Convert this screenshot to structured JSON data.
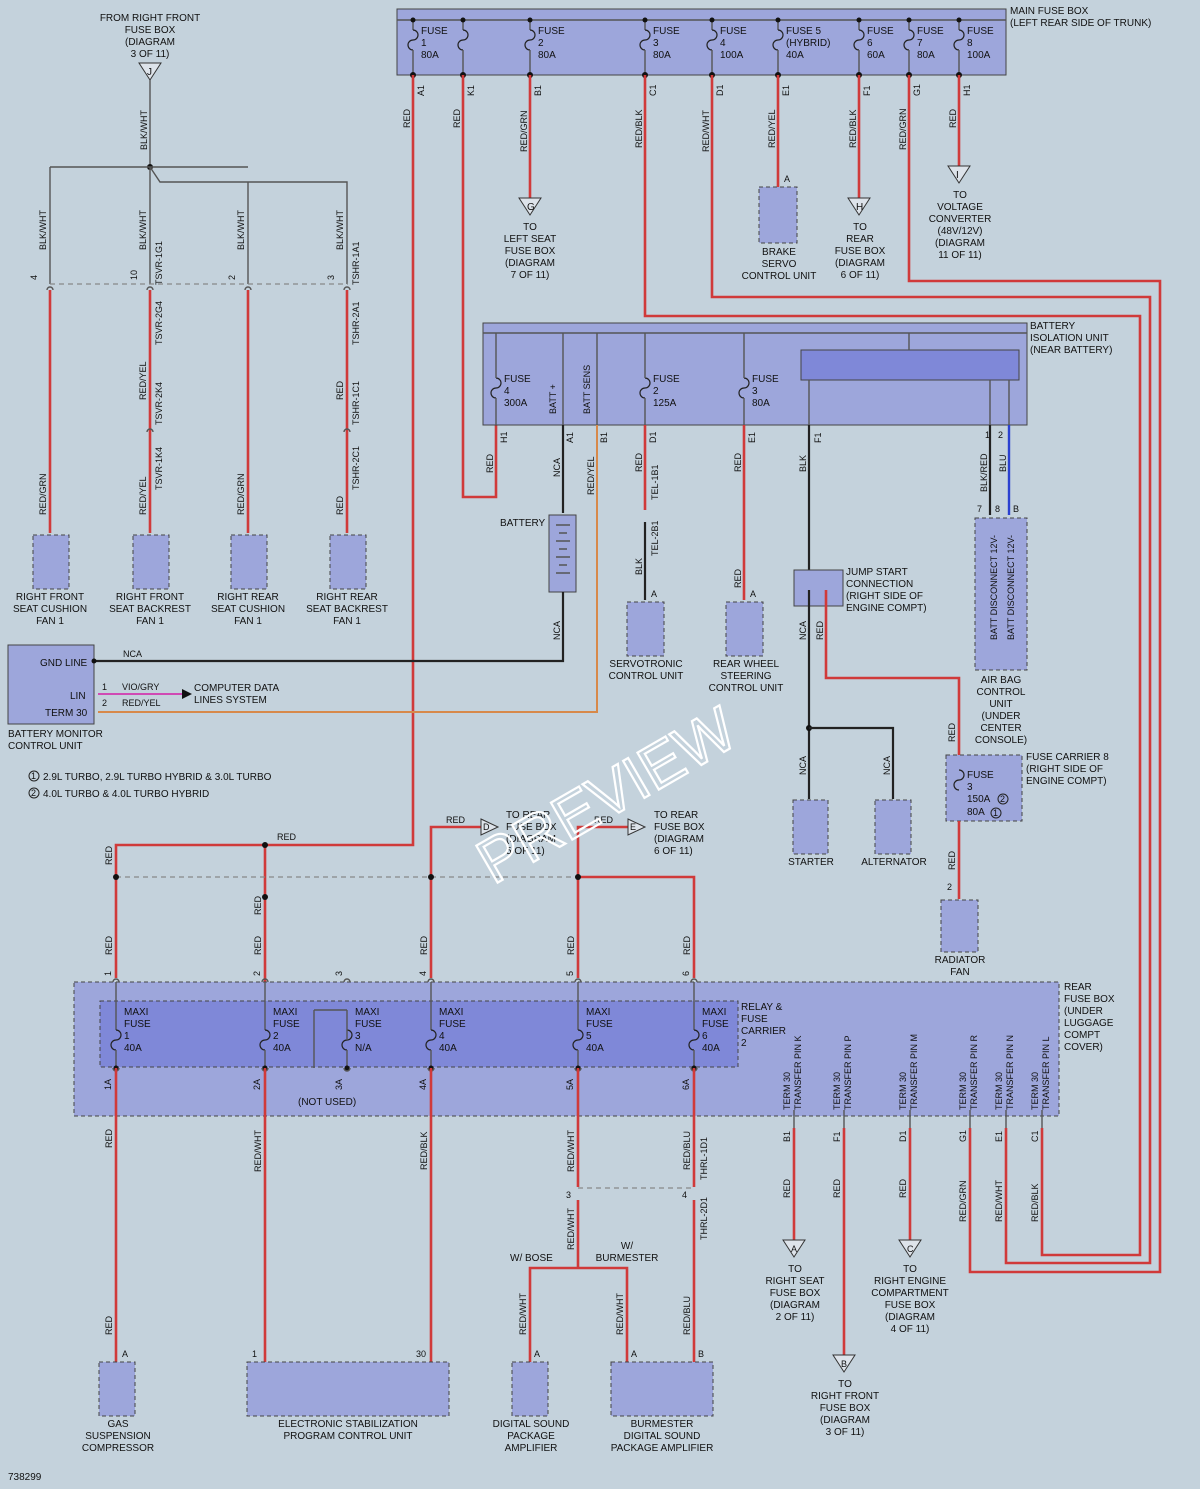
{
  "diagram_id": "738299",
  "watermark": "PREVIEW",
  "legend": [
    {
      "num": "1",
      "text": "2.9L TURBO, 2.9L TURBO HYBRID & 3.0L TURBO"
    },
    {
      "num": "2",
      "text": "4.0L TURBO & 4.0L TURBO HYBRID"
    }
  ],
  "main_fuse_box": {
    "title": [
      "MAIN FUSE BOX",
      "(LEFT REAR SIDE OF TRUNK)"
    ],
    "fuses": [
      {
        "lines": [
          "FUSE",
          "1",
          "80A"
        ],
        "pin": "A1",
        "wire": "RED"
      },
      {
        "lines": [
          "",
          "",
          ""
        ],
        "pin": "K1",
        "wire": "RED"
      },
      {
        "lines": [
          "FUSE",
          "2",
          "80A"
        ],
        "pin": "B1",
        "wire": "RED/GRN"
      },
      {
        "lines": [
          "FUSE",
          "3",
          "80A"
        ],
        "pin": "C1",
        "wire": "RED/BLK"
      },
      {
        "lines": [
          "FUSE",
          "4",
          "100A"
        ],
        "pin": "D1",
        "wire": "RED/WHT"
      },
      {
        "lines": [
          "FUSE 5",
          "(HYBRID)",
          "40A"
        ],
        "pin": "E1",
        "wire": "RED/YEL"
      },
      {
        "lines": [
          "FUSE",
          "6",
          "60A"
        ],
        "pin": "F1",
        "wire": "RED/BLK"
      },
      {
        "lines": [
          "FUSE",
          "7",
          "80A"
        ],
        "pin": "G1",
        "wire": "RED/GRN"
      },
      {
        "lines": [
          "FUSE",
          "8",
          "100A"
        ],
        "pin": "H1",
        "wire": "RED"
      }
    ]
  },
  "offpage": {
    "J": {
      "letter": "J",
      "lines": [
        "FROM RIGHT FRONT",
        "FUSE BOX",
        "(DIAGRAM",
        "3 OF 11)"
      ]
    },
    "G": {
      "letter": "G",
      "lines": [
        "TO",
        "LEFT SEAT",
        "FUSE BOX",
        "(DIAGRAM",
        "7 OF 11)"
      ]
    },
    "H": {
      "letter": "H",
      "lines": [
        "TO",
        "REAR",
        "FUSE BOX",
        "(DIAGRAM",
        "6 OF 11)"
      ]
    },
    "I": {
      "letter": "I",
      "lines": [
        "TO",
        "VOLTAGE",
        "CONVERTER",
        "(48V/12V)",
        "(DIAGRAM",
        "11 OF 11)"
      ]
    },
    "D": {
      "letter": "D",
      "lines": [
        "TO REAR",
        "FUSE BOX",
        "(DIAGRAM",
        "5 OF 11)"
      ]
    },
    "E": {
      "letter": "E",
      "lines": [
        "TO REAR",
        "FUSE BOX",
        "(DIAGRAM",
        "6 OF 11)"
      ]
    },
    "A": {
      "letter": "A",
      "lines": [
        "TO",
        "RIGHT SEAT",
        "FUSE BOX",
        "(DIAGRAM",
        "2 OF 11)"
      ]
    },
    "B": {
      "letter": "B",
      "lines": [
        "TO",
        "RIGHT FRONT",
        "FUSE BOX",
        "(DIAGRAM",
        "3 OF 11)"
      ]
    },
    "C": {
      "letter": "C",
      "lines": [
        "TO",
        "RIGHT ENGINE",
        "COMPARTMENT",
        "FUSE BOX",
        "(DIAGRAM",
        "4 OF 11)"
      ]
    }
  },
  "seat_fans": [
    {
      "lines": [
        "RIGHT FRONT",
        "SEAT CUSHION",
        "FAN 1"
      ],
      "pin": "4",
      "top_wire": "BLK/WHT",
      "wire": "RED/GRN",
      "conns": []
    },
    {
      "lines": [
        "RIGHT FRONT",
        "SEAT BACKREST",
        "FAN 1"
      ],
      "pin": "10",
      "top_wire": "BLK/WHT",
      "wire": "RED/YEL",
      "conns": [
        "TSVR-1G1",
        "TSVR-2G4",
        "TSVR-2K4",
        "TSVR-1K4"
      ]
    },
    {
      "lines": [
        "RIGHT REAR",
        "SEAT CUSHION",
        "FAN 1"
      ],
      "pin": "2",
      "top_wire": "BLK/WHT",
      "wire": "RED/GRN",
      "conns": []
    },
    {
      "lines": [
        "RIGHT REAR",
        "SEAT BACKREST",
        "FAN 1"
      ],
      "pin": "3",
      "top_wire": "BLK/WHT",
      "wire": "RED",
      "conns": [
        "TSHR-1A1",
        "TSHR-2A1",
        "TSHR-1C1",
        "TSHR-2C1"
      ]
    }
  ],
  "top_wire_j": "BLK/WHT",
  "battery_isolation": {
    "title": [
      "BATTERY",
      "ISOLATION UNIT",
      "(NEAR BATTERY)"
    ],
    "fuse4": [
      "FUSE",
      "4",
      "300A"
    ],
    "fuse2": [
      "FUSE",
      "2",
      "125A"
    ],
    "fuse3": [
      "FUSE",
      "3",
      "80A"
    ],
    "batt_plus": "BATT +",
    "batt_sens": "BATT SENS",
    "pins": [
      "H1",
      "A1",
      "B1",
      "D1",
      "E1",
      "F1",
      "1",
      "2"
    ],
    "wires": [
      "RED",
      "NCA",
      "RED/YEL",
      "RED",
      "RED",
      "BLK",
      "BLK/RED",
      "BLU"
    ]
  },
  "battery": {
    "label": "BATTERY",
    "wire_below": "NCA"
  },
  "tel_conns": [
    "TEL-1B1",
    "TEL-2B1"
  ],
  "components": {
    "servotronic": {
      "lines": [
        "SERVOTRONIC",
        "CONTROL UNIT"
      ],
      "wire": "BLK",
      "pin": "A"
    },
    "rear_wheel": {
      "lines": [
        "REAR WHEEL",
        "STEERING",
        "CONTROL UNIT"
      ],
      "wire": "RED",
      "pin": "A"
    },
    "brake_servo": {
      "lines": [
        "BRAKE",
        "SERVO",
        "CONTROL UNIT"
      ],
      "pin": "A"
    },
    "jump_start": {
      "lines": [
        "JUMP START",
        "CONNECTION",
        "(RIGHT SIDE OF",
        "ENGINE COMPT)"
      ]
    },
    "airbag": {
      "lines": [
        "AIR BAG",
        "CONTROL",
        "UNIT",
        "(UNDER",
        "CENTER",
        "CONSOLE)"
      ],
      "inner1": "BATT DISCONNECT 12V-",
      "inner2": "BATT DISCONNECT 12V-",
      "pins": [
        "7",
        "8",
        "B"
      ]
    },
    "fuse_carrier8": {
      "lines": [
        "FUSE CARRIER 8",
        "(RIGHT SIDE OF",
        "ENGINE COMPT)"
      ],
      "fuse": [
        "FUSE",
        "3",
        "150A",
        "80A"
      ]
    },
    "starter": {
      "lines": [
        "STARTER"
      ],
      "wire": "NCA"
    },
    "alternator": {
      "lines": [
        "ALTERNATOR"
      ],
      "wire": "NCA"
    },
    "radiator_fan": {
      "lines": [
        "RADIATOR",
        "FAN"
      ],
      "wire": "RED",
      "pin": "2"
    }
  },
  "battery_monitor": {
    "lines": [
      "BATTERY MONITOR",
      "CONTROL UNIT"
    ],
    "gnd": "GND LINE",
    "lin": "LIN",
    "term30": "TERM 30",
    "gnd_wire": "NCA",
    "lin_pin": "1",
    "lin_wire": "VIO/GRY",
    "t30_pin": "2",
    "t30_wire": "RED/YEL",
    "computer_data": [
      "COMPUTER DATA",
      "LINES SYSTEM"
    ]
  },
  "rear_fuse_box": {
    "title": [
      "REAR",
      "FUSE BOX",
      "(UNDER",
      "LUGGAGE",
      "COMPT",
      "COVER)"
    ],
    "relay_carrier": [
      "RELAY &",
      "FUSE",
      "CARRIER",
      "2"
    ],
    "maxi": [
      {
        "lines": [
          "MAXI",
          "FUSE",
          "1",
          "40A"
        ],
        "in_pin": "1",
        "out_pin": "1A",
        "in_wire": "RED",
        "out_wire": "RED"
      },
      {
        "lines": [
          "MAXI",
          "FUSE",
          "2",
          "40A"
        ],
        "in_pin": "2",
        "out_pin": "2A",
        "in_wire": "RED",
        "out_wire": "RED/WHT"
      },
      {
        "lines": [
          "MAXI",
          "FUSE",
          "3",
          "N/A"
        ],
        "in_pin": "3",
        "out_pin": "3A",
        "in_wire": "",
        "out_wire": ""
      },
      {
        "lines": [
          "MAXI",
          "FUSE",
          "4",
          "40A"
        ],
        "in_pin": "4",
        "out_pin": "4A",
        "in_wire": "RED",
        "out_wire": "RED/BLK"
      },
      {
        "lines": [
          "MAXI",
          "FUSE",
          "5",
          "40A"
        ],
        "in_pin": "5",
        "out_pin": "5A",
        "in_wire": "RED",
        "out_wire": "RED/WHT"
      },
      {
        "lines": [
          "MAXI",
          "FUSE",
          "6",
          "40A"
        ],
        "in_pin": "6",
        "out_pin": "6A",
        "in_wire": "RED",
        "out_wire": "RED/BLU"
      }
    ],
    "not_used": "(NOT USED)",
    "terms": [
      {
        "text": [
          "TERM 30",
          "TRANSFER PIN K"
        ],
        "pin": "B1",
        "wire": "RED"
      },
      {
        "text": [
          "TERM 30",
          "TRANSFER PIN P"
        ],
        "pin": "F1",
        "wire": "RED"
      },
      {
        "text": [
          "TERM 30",
          "TRANSFER PIN M"
        ],
        "pin": "D1",
        "wire": "RED"
      },
      {
        "text": [
          "TERM 30",
          "TRANSFER PIN R"
        ],
        "pin": "G1",
        "wire": "RED/GRN"
      },
      {
        "text": [
          "TERM 30",
          "TRANSFER PIN N"
        ],
        "pin": "E1",
        "wire": "RED/WHT"
      },
      {
        "text": [
          "TERM 30",
          "TRANSFER PIN L"
        ],
        "pin": "C1",
        "wire": "RED/BLK"
      }
    ]
  },
  "bottom": {
    "gas": {
      "lines": [
        "GAS",
        "SUSPENSION",
        "COMPRESSOR"
      ],
      "wire": "RED",
      "pin": "A"
    },
    "esp": {
      "lines": [
        "ELECTRONIC STABILIZATION",
        "PROGRAM CONTROL UNIT"
      ],
      "pin1": "1",
      "pin2": "30"
    },
    "dsp": {
      "lines": [
        "DIGITAL SOUND",
        "PACKAGE",
        "AMPLIFIER"
      ],
      "wire": "RED/WHT",
      "pin": "A"
    },
    "burmester": {
      "lines": [
        "BURMESTER",
        "DIGITAL SOUND",
        "PACKAGE AMPLIFIER"
      ],
      "wire1": "RED/WHT",
      "wire2": "RED/BLU",
      "pin1": "A",
      "pin2": "B"
    },
    "w_bose": "W/ BOSE",
    "w_burmester": [
      "W/",
      "BURMESTER"
    ],
    "thrl1": "THRL-1D1",
    "thrl2": "THRL-2D1",
    "red_wht_3": "RED/WHT",
    "pin3": "3",
    "pin4": "4"
  },
  "red_label": "RED"
}
